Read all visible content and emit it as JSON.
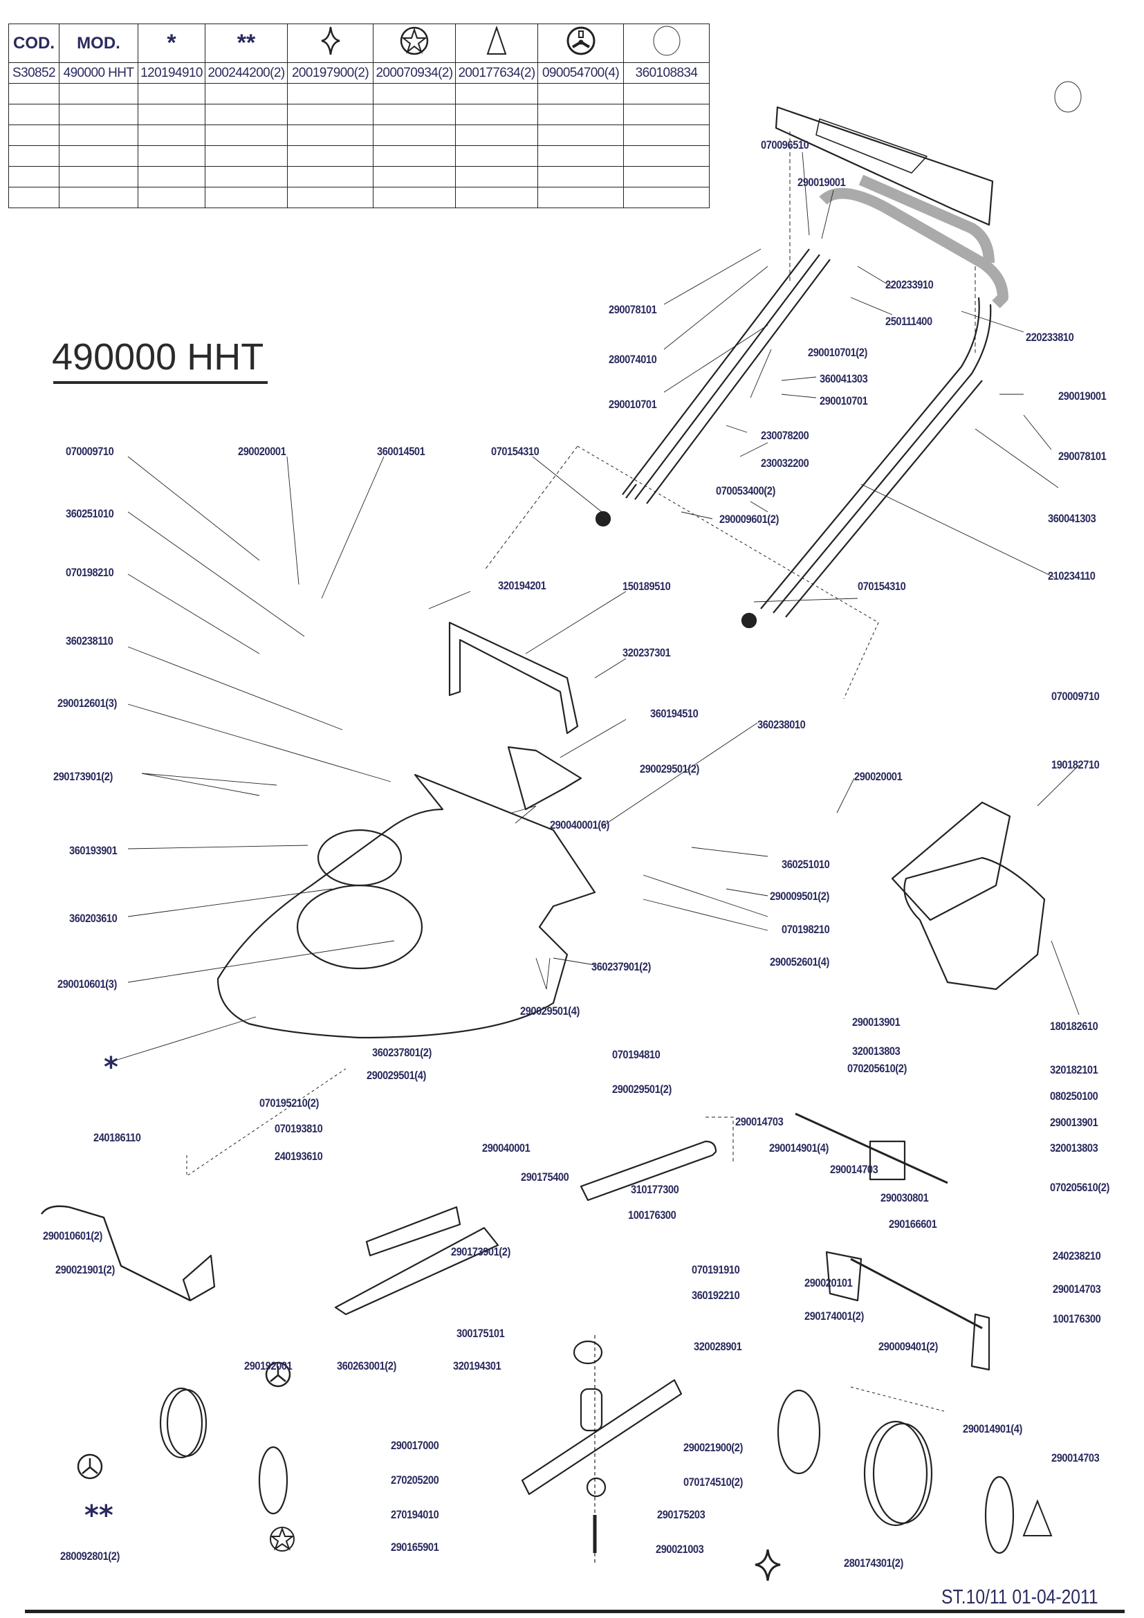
{
  "table": {
    "headers": [
      "COD.",
      "MOD.",
      "*",
      "**",
      "diamond-star-symbol",
      "circled-star-symbol",
      "triangle-symbol",
      "circled-tri-spoke-symbol",
      "circle-symbol"
    ],
    "header_text": {
      "cod": "COD.",
      "mod": "MOD.",
      "star1": "*",
      "star2": "**"
    },
    "rows": [
      [
        "S30852",
        "490000 HHT",
        "120194910",
        "200244200(2)",
        "200197900(2)",
        "200070934(2)",
        "200177634(2)",
        "090054700(4)",
        "360108834"
      ]
    ],
    "empty_rows": 6
  },
  "model_title": "490000 HHT",
  "footer": "ST.10/11  01-04-2011",
  "markers": {
    "single_star": "*",
    "double_star": "**"
  },
  "labels": [
    {
      "id": "l1",
      "text": "070096510"
    },
    {
      "id": "l2",
      "text": "290019001"
    },
    {
      "id": "l3",
      "text": "220233910"
    },
    {
      "id": "l4",
      "text": "290078101"
    },
    {
      "id": "l5",
      "text": "250111400"
    },
    {
      "id": "l6",
      "text": "220233810"
    },
    {
      "id": "l7",
      "text": "280074010"
    },
    {
      "id": "l8",
      "text": "290010701(2)"
    },
    {
      "id": "l9",
      "text": "360041303"
    },
    {
      "id": "l10",
      "text": "290010701"
    },
    {
      "id": "l11",
      "text": "290010701"
    },
    {
      "id": "l12",
      "text": "290019001"
    },
    {
      "id": "l13",
      "text": "230078200"
    },
    {
      "id": "l14",
      "text": "290078101"
    },
    {
      "id": "l15",
      "text": "230032200"
    },
    {
      "id": "l16",
      "text": "070009710"
    },
    {
      "id": "l17",
      "text": "290020001"
    },
    {
      "id": "l18",
      "text": "360014501"
    },
    {
      "id": "l19",
      "text": "070154310"
    },
    {
      "id": "l20",
      "text": "070053400(2)"
    },
    {
      "id": "l21",
      "text": "360041303"
    },
    {
      "id": "l22",
      "text": "360251010"
    },
    {
      "id": "l23",
      "text": "290009601(2)"
    },
    {
      "id": "l24",
      "text": "070198210"
    },
    {
      "id": "l25",
      "text": "210234110"
    },
    {
      "id": "l26",
      "text": "320194201"
    },
    {
      "id": "l27",
      "text": "150189510"
    },
    {
      "id": "l28",
      "text": "070154310"
    },
    {
      "id": "l29",
      "text": "360238110"
    },
    {
      "id": "l30",
      "text": "320237301"
    },
    {
      "id": "l31",
      "text": "290012601(3)"
    },
    {
      "id": "l32",
      "text": "360194510"
    },
    {
      "id": "l33",
      "text": "070009710"
    },
    {
      "id": "l34",
      "text": "360238010"
    },
    {
      "id": "l35",
      "text": "290173901(2)"
    },
    {
      "id": "l36",
      "text": "290029501(2)"
    },
    {
      "id": "l37",
      "text": "190182710"
    },
    {
      "id": "l38",
      "text": "290020001"
    },
    {
      "id": "l39",
      "text": "290040001(6)"
    },
    {
      "id": "l40",
      "text": "360193901"
    },
    {
      "id": "l41",
      "text": "360251010"
    },
    {
      "id": "l42",
      "text": "290009501(2)"
    },
    {
      "id": "l43",
      "text": "360203610"
    },
    {
      "id": "l44",
      "text": "070198210"
    },
    {
      "id": "l45",
      "text": "360237901(2)"
    },
    {
      "id": "l46",
      "text": "290052601(4)"
    },
    {
      "id": "l47",
      "text": "290010601(3)"
    },
    {
      "id": "l48",
      "text": "290029501(4)"
    },
    {
      "id": "l49",
      "text": "180182610"
    },
    {
      "id": "l50",
      "text": "290013901"
    },
    {
      "id": "l51",
      "text": "070194810"
    },
    {
      "id": "l52",
      "text": "320013803"
    },
    {
      "id": "l53",
      "text": "320182101"
    },
    {
      "id": "l54",
      "text": "290029501(2)"
    },
    {
      "id": "l55",
      "text": "070205610(2)"
    },
    {
      "id": "l56",
      "text": "080250100"
    },
    {
      "id": "l57",
      "text": "360237801(2)"
    },
    {
      "id": "l58",
      "text": "290013901"
    },
    {
      "id": "l59",
      "text": "240186110"
    },
    {
      "id": "l60",
      "text": "290029501(4)"
    },
    {
      "id": "l61",
      "text": "290014703"
    },
    {
      "id": "l62",
      "text": "320013803"
    },
    {
      "id": "l63",
      "text": "290040001"
    },
    {
      "id": "l64",
      "text": "070195210(2)"
    },
    {
      "id": "l65",
      "text": "290014901(4)"
    },
    {
      "id": "l66",
      "text": "070193810"
    },
    {
      "id": "l67",
      "text": "290014703"
    },
    {
      "id": "l68",
      "text": "310177300"
    },
    {
      "id": "l69",
      "text": "070205610(2)"
    },
    {
      "id": "l70",
      "text": "240193610"
    },
    {
      "id": "l71",
      "text": "290030801"
    },
    {
      "id": "l72",
      "text": "100176300"
    },
    {
      "id": "l73",
      "text": "290175400"
    },
    {
      "id": "l74",
      "text": "290166601"
    },
    {
      "id": "l75",
      "text": "290010601(2)"
    },
    {
      "id": "l76",
      "text": "290173901(2)"
    },
    {
      "id": "l77",
      "text": "070191910"
    },
    {
      "id": "l78",
      "text": "240238210"
    },
    {
      "id": "l79",
      "text": "290021901(2)"
    },
    {
      "id": "l80",
      "text": "300175101"
    },
    {
      "id": "l81",
      "text": "290020101"
    },
    {
      "id": "l82",
      "text": "290014703"
    },
    {
      "id": "l83",
      "text": "360192210"
    },
    {
      "id": "l84",
      "text": "290174001(2)"
    },
    {
      "id": "l85",
      "text": "100176300"
    },
    {
      "id": "l86",
      "text": "290192001"
    },
    {
      "id": "l87",
      "text": "360263001(2)"
    },
    {
      "id": "l88",
      "text": "320194301"
    },
    {
      "id": "l89",
      "text": "320028901"
    },
    {
      "id": "l90",
      "text": "290009401(2)"
    },
    {
      "id": "l91",
      "text": "290014901(4)"
    },
    {
      "id": "l92",
      "text": "290017000"
    },
    {
      "id": "l93",
      "text": "290021900(2)"
    },
    {
      "id": "l94",
      "text": "290014703"
    },
    {
      "id": "l95",
      "text": "270205200"
    },
    {
      "id": "l96",
      "text": "070174510(2)"
    },
    {
      "id": "l97",
      "text": "270194010"
    },
    {
      "id": "l98",
      "text": "290175203"
    },
    {
      "id": "l99",
      "text": "290165901"
    },
    {
      "id": "l100",
      "text": "290021003"
    },
    {
      "id": "l101",
      "text": "280092801(2)"
    },
    {
      "id": "l102",
      "text": "280174301(2)"
    }
  ]
}
